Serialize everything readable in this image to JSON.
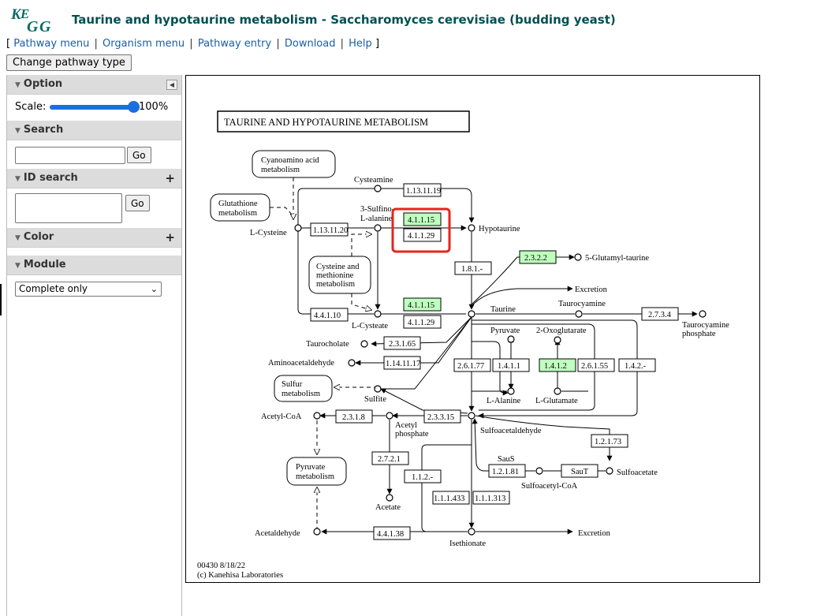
{
  "header": {
    "logo_text": "KEGG",
    "title": "Taurine and hypotaurine metabolism - Saccharomyces cerevisiae (budding yeast)"
  },
  "nav": {
    "open_bracket": "[",
    "close_bracket": "]",
    "separator": "|",
    "links": [
      "Pathway menu",
      "Organism menu",
      "Pathway entry",
      "Download",
      "Help"
    ]
  },
  "change_button": "Change pathway type",
  "sidebar": {
    "option": {
      "title": "Option",
      "scale_label": "Scale:",
      "scale_value": "100%",
      "scale_fraction": 1.0
    },
    "search": {
      "title": "Search",
      "go": "Go",
      "value": ""
    },
    "id_search": {
      "title": "ID search",
      "plus": "+",
      "go": "Go",
      "value": ""
    },
    "color": {
      "title": "Color",
      "plus": "+"
    },
    "module": {
      "title": "Module",
      "selected": "Complete only"
    }
  },
  "colors": {
    "enzyme_highlight": "#bfffbf",
    "selection_box": "#e8241c",
    "title_color": "#005050",
    "link_color": "#1a5ea8"
  },
  "map": {
    "title": "TAURINE AND HYPOTAURINE METABOLISM",
    "footer_id": "00430 8/18/22",
    "footer_copy": "(c) Kanehisa Laboratories",
    "maps": {
      "cyano": [
        "Cyanoamino acid",
        "metabolism"
      ],
      "glut": [
        "Glutathione",
        "metabolism"
      ],
      "cys": [
        "Cysteine and",
        "methionine",
        "metabolism"
      ],
      "sulfur": [
        "Sulfur",
        "metabolism"
      ],
      "pyr": [
        "Pyruvate",
        "metabolism"
      ]
    },
    "compounds": {
      "cysteamine": "Cysteamine",
      "sulfino": [
        "3-Sulfino-",
        "L-alanine"
      ],
      "lcysteine": "L-Cysteine",
      "hypotaurine": "Hypotaurine",
      "glutamyl": "5-Glutamyl-taurine",
      "excretion1": "Excretion",
      "taurine": "Taurine",
      "taurocyamine": "Taurocyamine",
      "taurophos": [
        "Taurocyamine",
        "phosphate"
      ],
      "lcysteate": "L-Cysteate",
      "taurocholate": "Taurocholate",
      "aminoacetald": "Aminoacetaldehyde",
      "pyruvate": "Pyruvate",
      "oxoglut": "2-Oxoglutarate",
      "sulfite": "Sulfite",
      "lalanine": "L-Alanine",
      "lglutamate": "L-Glutamate",
      "acetylcoa": "Acetyl-CoA",
      "acetylphos": [
        "Acetyl",
        "phosphate"
      ],
      "sulfoacetald": "Sulfoacetaldehyde",
      "acetate": "Acetate",
      "saus": "SauS",
      "sulfoacetylcoa": "Sulfoacetyl-CoA",
      "sulfoacetate": "Sulfoacetate",
      "acetaldehyde": "Acetaldehyde",
      "isethionate": "Isethionate",
      "excretion2": "Excretion"
    },
    "enzymes": {
      "e1": "1.13.11.19",
      "e2": "1.13.11.20",
      "e3": "4.1.1.15",
      "e4": "4.1.1.29",
      "e5": "2.3.2.2",
      "e6": "1.8.1.-",
      "e7": "4.4.1.10",
      "e8": "4.1.1.15",
      "e9": "4.1.1.29",
      "e10": "2.7.3.4",
      "e11": "2.3.1.65",
      "e12": "1.14.11.17",
      "e13": "2.6.1.77",
      "e14": "1.4.1.1",
      "e15": "1.4.1.2",
      "e16": "2.6.1.55",
      "e17": "1.4.2.-",
      "e18": "2.3.1.8",
      "e19": "2.3.3.15",
      "e20": "1.2.1.73",
      "e21": "2.7.2.1",
      "e22": "1.2.1.81",
      "e23": "SauT",
      "e24": "1.1.2.-",
      "e25": "1.1.1.433",
      "e26": "1.1.1.313",
      "e27": "4.4.1.38"
    }
  }
}
